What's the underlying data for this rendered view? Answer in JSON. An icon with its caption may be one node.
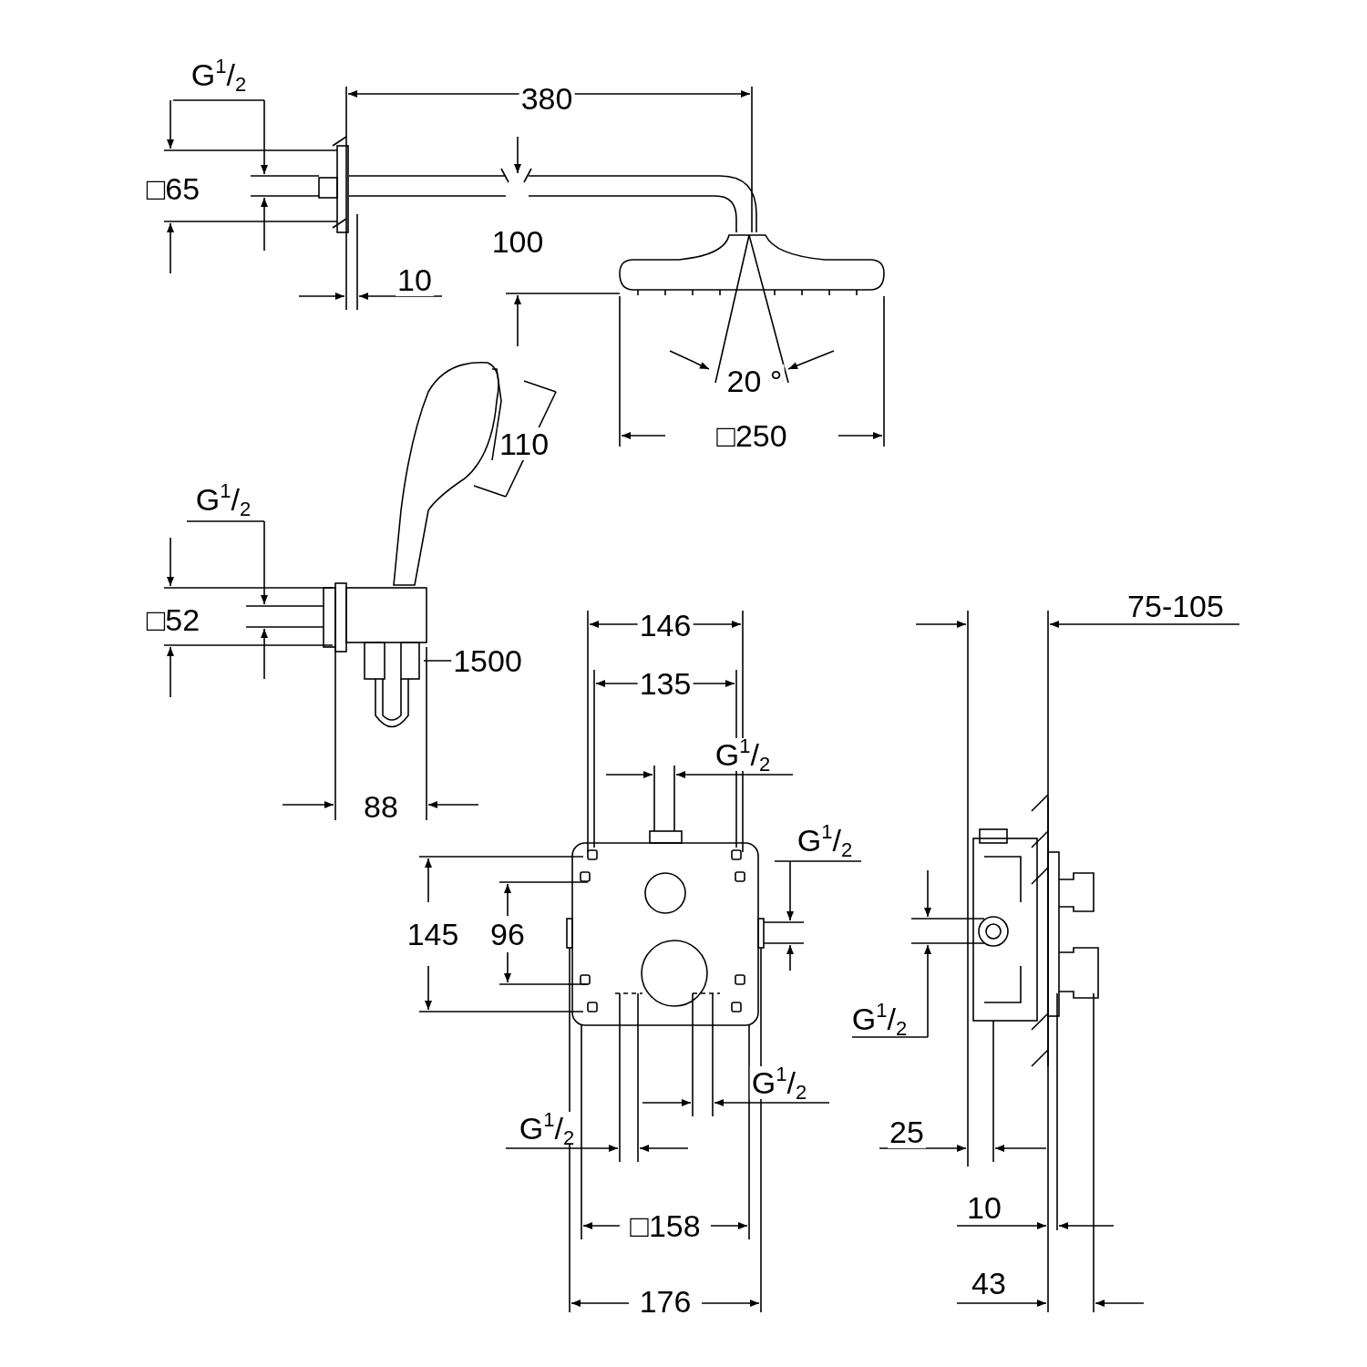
{
  "diagram": {
    "labels": [
      "G$^{1}$/$_{2}$",
      "380",
      "□65",
      "100",
      "10",
      "20 °",
      "110",
      "□250",
      "G$^{1}$/$_{2}$",
      "□52",
      "1500",
      "146",
      "75-105",
      "135",
      "G$^{1}$/$_{2}$",
      "88",
      "G$^{1}$/$_{2}$",
      "145",
      "96",
      "G$^{1}$/$_{2}$",
      "G$^{1}$/$_{2}$",
      "G$^{1}$/$_{2}$",
      "25",
      "□158",
      "10",
      "176",
      "43"
    ]
  }
}
